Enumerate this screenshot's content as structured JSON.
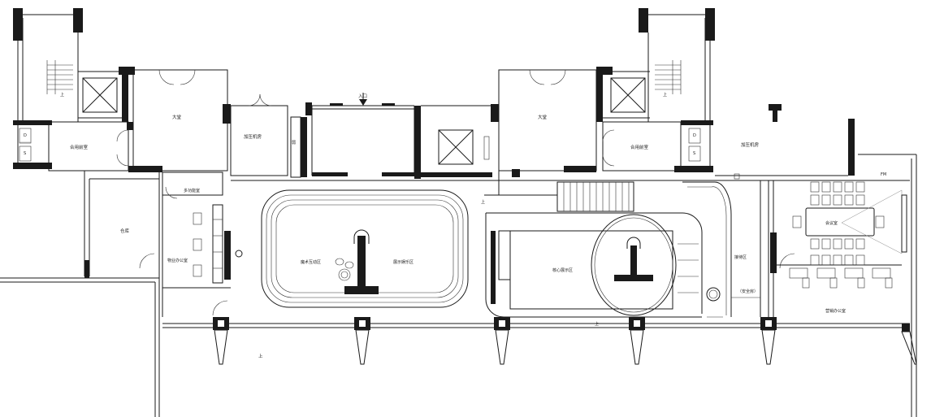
{
  "rooms": {
    "entrance": "入口",
    "storage": "仓库",
    "multifunction": "多功能室",
    "property_office": "物业办公室",
    "pressure_room_left": "加压机房",
    "pressure_room_right": "加压机房",
    "hall_left": "大堂",
    "hall_right": "大堂",
    "mailroom_left": "合用前室",
    "mailroom_right": "合用前室",
    "magic_zone": "魔术互动区",
    "display_zone": "展示娱乐区",
    "exhibition": "核心展示区",
    "reception": "接待区",
    "safe_room": "（安全房）",
    "meeting": "会议室",
    "office": "营销办公室",
    "small_room": "弱"
  },
  "annotations": {
    "up_left": "上",
    "up_center": "上",
    "up_stair_left": "上",
    "up_stair_right": "上",
    "pipe_left_1": "D",
    "pipe_left_2": "S",
    "pipe_right_1": "D",
    "pipe_right_2": "S",
    "door_tag": "FM"
  }
}
